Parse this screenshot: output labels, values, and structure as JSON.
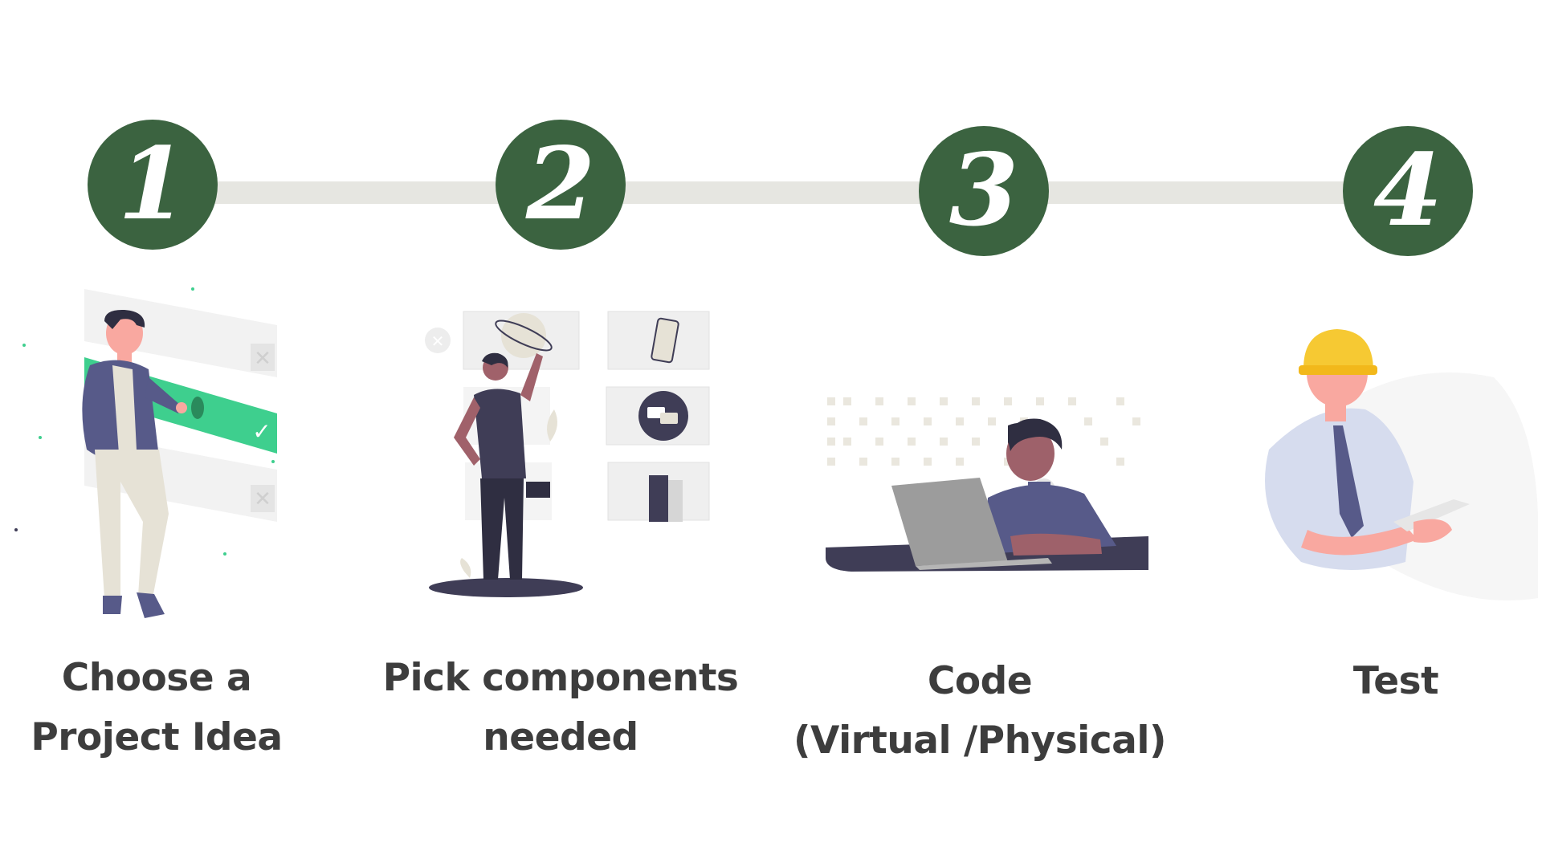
{
  "colors": {
    "circle": "#3b6340",
    "connector": "#e6e6e1",
    "label_text": "#3d3d3d",
    "accent_green": "#3ecf8e",
    "figure_navy": "#3f3d56",
    "figure_skin": "#f9a8a0",
    "helmet_yellow": "#f6c933"
  },
  "steps": [
    {
      "number": "1",
      "label_lines": [
        "Choose a",
        "Project Idea"
      ],
      "illustration_icon": "person-choosing-checklist-illustration"
    },
    {
      "number": "2",
      "label_lines": [
        "Pick components",
        "needed"
      ],
      "illustration_icon": "person-picking-components-illustration"
    },
    {
      "number": "3",
      "label_lines": [
        "Code",
        "(Virtual /Physical)"
      ],
      "illustration_icon": "person-coding-laptop-illustration"
    },
    {
      "number": "4",
      "label_lines": [
        "Test"
      ],
      "illustration_icon": "engineer-testing-tablet-illustration"
    }
  ]
}
